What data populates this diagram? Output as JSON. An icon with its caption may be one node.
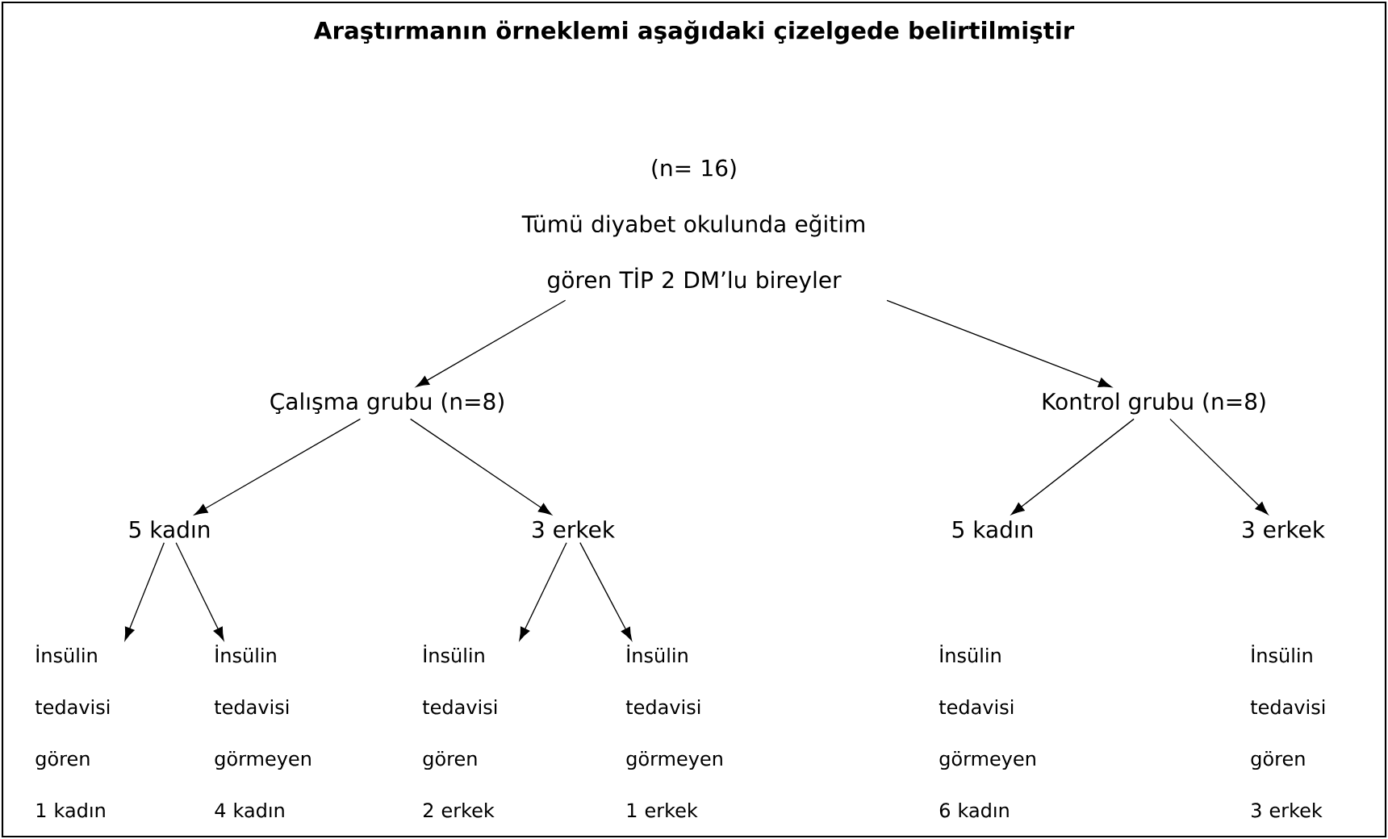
{
  "diagram": {
    "title": "Araştırmanın örneklemi aşağıdaki çizelgede belirtilmiştir",
    "nodes": [
      {
        "text": [
          "(n= 16)",
          "Tümü diyabet okulunda eğitim gören TİP 2 DM’lu bireyler"
        ]
      },
      {
        "text": [
          "Çalışma grubu (n=8)"
        ]
      },
      {
        "text": [
          "Kontrol grubu (n=8)"
        ]
      },
      {
        "text": [
          "5 kadın"
        ]
      },
      {
        "text": [
          "3 erkek"
        ]
      },
      {
        "text": [
          "5 kadın"
        ]
      },
      {
        "text": [
          "3 erkek"
        ]
      },
      {
        "text": [
          "İnsülin tedavisi gören",
          "1 kadın"
        ]
      },
      {
        "text": [
          "İnsülin tedavisi görmeyen",
          "4 kadın"
        ]
      },
      {
        "text": [
          "İnsülin tedavisi gören",
          "2 erkek"
        ]
      },
      {
        "text": [
          "İnsülin tedavisi görmeyen",
          "1 erkek"
        ]
      },
      {
        "text": [
          "İnsülin tedavisi görmeyen",
          "6 kadın"
        ]
      },
      {
        "text": [
          "İnsülin tedavisi gören",
          "3 erkek"
        ]
      }
    ],
    "edges": [
      {
        "from": 0,
        "to": 1,
        "arrow": "to"
      },
      {
        "from": 0,
        "to": 2,
        "arrow": "to"
      },
      {
        "from": 1,
        "to": 3,
        "arrow": "to"
      },
      {
        "from": 1,
        "to": 4,
        "arrow": "to"
      },
      {
        "from": 2,
        "to": 5,
        "arrow": "to"
      },
      {
        "from": 2,
        "to": 6,
        "arrow": "to"
      },
      {
        "from": 3,
        "to": 7,
        "arrow": "to"
      },
      {
        "from": 3,
        "to": 8,
        "arrow": "to"
      },
      {
        "from": 4,
        "to": 9,
        "arrow": "to"
      },
      {
        "from": 4,
        "to": 10,
        "arrow": "to"
      }
    ]
  }
}
